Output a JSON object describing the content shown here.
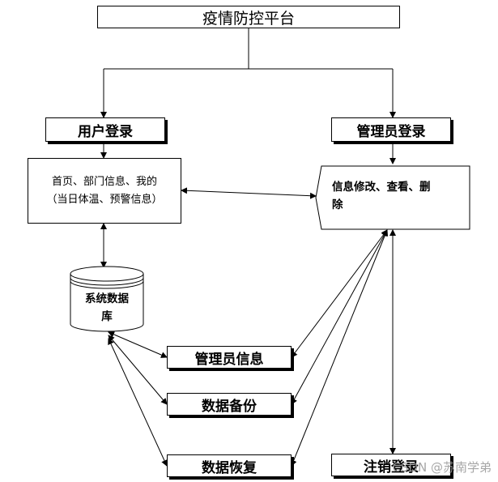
{
  "diagram": {
    "title": "疫情防控平台",
    "user_login": "用户登录",
    "admin_login": "管理员登录",
    "user_pages_line1": "首页、部门信息、我的",
    "user_pages_line2": "（当日体温、预警信息）",
    "admin_ops_line1": "信息修改、查看、删",
    "admin_ops_line2": "除",
    "database_line1": "系统数据",
    "database_line2": "库",
    "admin_info": "管理员信息",
    "data_backup": "数据备份",
    "data_restore": "数据恢复",
    "logout": "注销登录"
  },
  "watermark": "CSDN @苏南学弟"
}
